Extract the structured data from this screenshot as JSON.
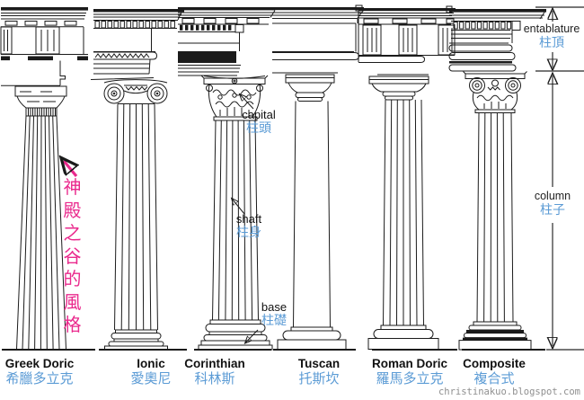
{
  "page": {
    "watermark": "christinakuo.blogspot.com"
  },
  "colors": {
    "ink": "#1b1b1b",
    "blue": "#5b9bd5",
    "pink": "#ea2a8d",
    "gray": "#8f8f8f"
  },
  "columns": [
    {
      "name": "Greek Doric",
      "name_zh": "希臘多立克"
    },
    {
      "name": "Ionic",
      "name_zh": "愛奧尼"
    },
    {
      "name": "Corinthian",
      "name_zh": "科林斯"
    },
    {
      "name": "Tuscan",
      "name_zh": "托斯坎"
    },
    {
      "name": "Roman Doric",
      "name_zh": "羅馬多立克"
    },
    {
      "name": "Composite",
      "name_zh": "複合式"
    }
  ],
  "callouts": {
    "capital": {
      "en": "capital",
      "zh": "柱頭"
    },
    "shaft": {
      "en": "shaft",
      "zh": "柱身"
    },
    "base": {
      "en": "base",
      "zh": "柱礎"
    }
  },
  "measures": {
    "entablature": {
      "en": "entablature",
      "zh": "柱頂"
    },
    "column": {
      "en": "column",
      "zh": "柱子"
    }
  },
  "annotation": {
    "handwritten_zh": "神殿之谷的風格"
  }
}
